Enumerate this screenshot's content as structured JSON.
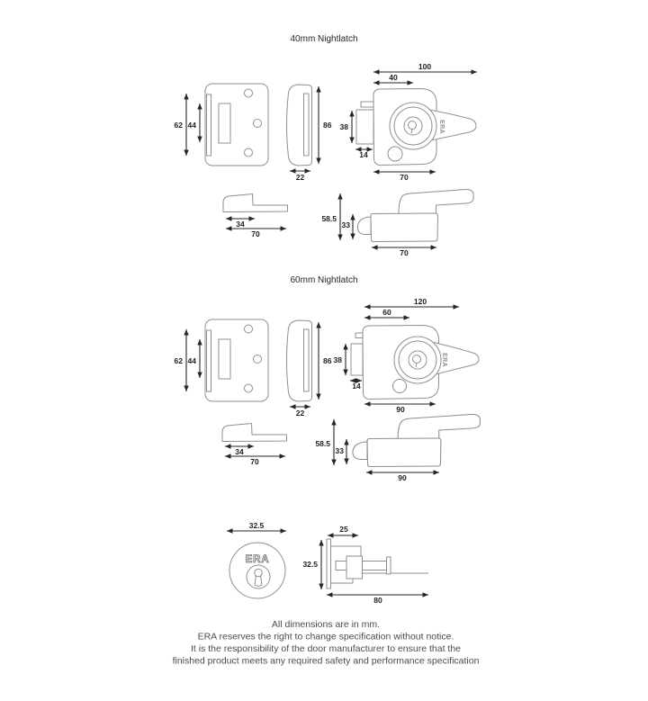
{
  "brand": "ERA",
  "nl40": {
    "title": "40mm Nightlatch",
    "keep": {
      "height": "62",
      "slot_height": "44"
    },
    "keep_side": {
      "height": "86",
      "depth": "22"
    },
    "body": {
      "total_width": "100",
      "backset": "40",
      "edge_height": "38",
      "edge_depth": "14",
      "width": "70"
    },
    "wedge": {
      "inner": "34",
      "width": "70"
    },
    "side": {
      "total_height": "58.5",
      "body_height": "33",
      "width": "70"
    }
  },
  "nl60": {
    "title": "60mm Nightlatch",
    "keep": {
      "height": "62",
      "slot_height": "44"
    },
    "keep_side": {
      "height": "86",
      "depth": "22"
    },
    "body": {
      "total_width": "120",
      "backset": "60",
      "edge_height": "38",
      "edge_depth": "14",
      "width": "90"
    },
    "wedge": {
      "inner": "34",
      "width": "70"
    },
    "side": {
      "total_height": "58.5",
      "body_height": "33",
      "width": "90"
    }
  },
  "cylinder": {
    "face_diameter": "32.5",
    "depth": "25",
    "height": "32.5",
    "length": "80"
  },
  "footer": {
    "line1": "All dimensions are in mm.",
    "line2": "ERA reserves the right to change specification without notice.",
    "line3": "It is the responsibility of the door manufacturer to ensure that the",
    "line4": "finished product meets any required safety and performance specification"
  }
}
